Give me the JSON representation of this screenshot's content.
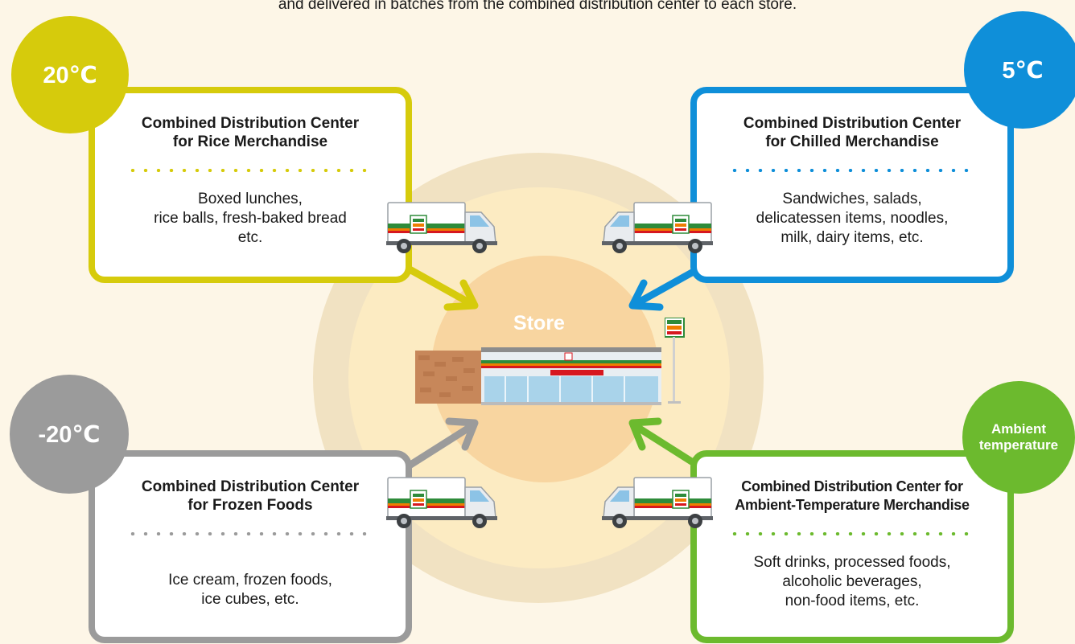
{
  "intro_text": "and delivered in batches from the combined distribution center to each store.",
  "store_label": "Store",
  "colors": {
    "rice": "#d6cb0c",
    "chilled": "#0f8fd9",
    "frozen": "#9b9b9b",
    "ambient": "#6cba2e",
    "background": "#fdf6e7"
  },
  "centers": {
    "rice": {
      "temperature": "20℃",
      "title": [
        "Combined Distribution Center",
        "for Rice Merchandise"
      ],
      "items": [
        "Boxed lunches,",
        "rice balls, fresh-baked bread",
        "etc."
      ]
    },
    "chilled": {
      "temperature": "5℃",
      "title": [
        "Combined Distribution Center",
        "for Chilled Merchandise"
      ],
      "items": [
        "Sandwiches, salads,",
        "delicatessen items, noodles,",
        "milk, dairy items, etc."
      ]
    },
    "frozen": {
      "temperature": "-20℃",
      "title": [
        "Combined Distribution Center",
        "for Frozen Foods"
      ],
      "items": [
        "Ice cream, frozen foods,",
        "ice cubes, etc."
      ]
    },
    "ambient": {
      "temperature": [
        "Ambient",
        "temperature"
      ],
      "title": [
        "Combined Distribution Center for",
        "Ambient-Temperature Merchandise"
      ],
      "items": [
        "Soft drinks, processed foods,",
        "alcoholic beverages,",
        "non-food items, etc."
      ]
    }
  },
  "truck_icon": "delivery-truck-icon",
  "store_icon": "convenience-store-icon"
}
